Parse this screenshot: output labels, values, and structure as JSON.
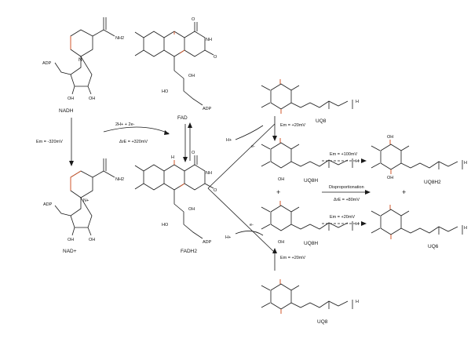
{
  "molecules": {
    "nadh": {
      "name": "NADH",
      "nh2": "NH2",
      "adp": "ADP",
      "oh1": "OH",
      "oh2": "OH"
    },
    "nad": {
      "name": "NAD+",
      "nh2": "NH2",
      "adp": "ADP",
      "oh1": "OH",
      "oh2": "OH",
      "nplus": "N+"
    },
    "fad": {
      "name": "FAD",
      "adp": "ADP",
      "ho": "HO",
      "oh": "OH",
      "nh": "NH"
    },
    "fadh2": {
      "name": "FADH2",
      "adp": "ADP",
      "ho": "HO",
      "oh": "OH",
      "nh": "NH"
    },
    "uq8_top": {
      "name": "UQ8",
      "h": "H"
    },
    "uq8h_a": {
      "name": "UQ8H",
      "h": "H"
    },
    "uq8h_b": {
      "name": "UQ8H",
      "h": "H"
    },
    "uq8_bottom": {
      "name": "UQ8",
      "h": "H"
    },
    "uq8h2": {
      "name": "UQ8H2",
      "h": "H"
    },
    "uq6": {
      "name": "UQ6",
      "h": "H"
    }
  },
  "labels": {
    "nadh_potential": "Em = -320mV",
    "electrons": "2H+ + 2e-",
    "delta_potential": "ΔrE = +320mV",
    "top_potential": "Em = +20mV",
    "bottom_potential": "Em = +20mV",
    "uq8h2_potential": "Em = +100mV",
    "disproportionation": "Disproportionation",
    "disp_potential": "ΔrE = +80mV",
    "uq6_potential": "Em = +20mV",
    "plus_mid": "+",
    "plus_right": "+",
    "h_plus_top": "H+",
    "e_top": "e-",
    "h_plus_bottom": "H+",
    "e_bottom": "e-"
  }
}
